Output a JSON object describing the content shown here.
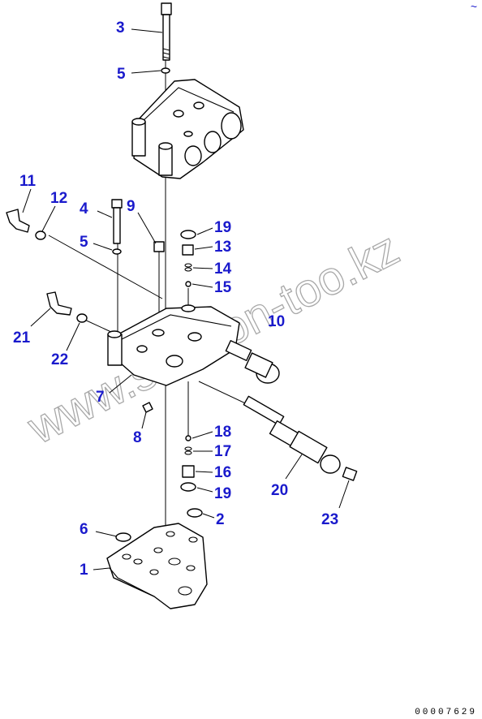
{
  "callouts": [
    {
      "id": "c3",
      "label": "3"
    },
    {
      "id": "c5a",
      "label": "5"
    },
    {
      "id": "c11",
      "label": "11"
    },
    {
      "id": "c12",
      "label": "12"
    },
    {
      "id": "c4",
      "label": "4"
    },
    {
      "id": "c9",
      "label": "9"
    },
    {
      "id": "c5b",
      "label": "5"
    },
    {
      "id": "c19a",
      "label": "19"
    },
    {
      "id": "c13",
      "label": "13"
    },
    {
      "id": "c14",
      "label": "14"
    },
    {
      "id": "c15",
      "label": "15"
    },
    {
      "id": "c10",
      "label": "10"
    },
    {
      "id": "c21",
      "label": "21"
    },
    {
      "id": "c22",
      "label": "22"
    },
    {
      "id": "c7",
      "label": "7"
    },
    {
      "id": "c8",
      "label": "8"
    },
    {
      "id": "c18",
      "label": "18"
    },
    {
      "id": "c17",
      "label": "17"
    },
    {
      "id": "c16",
      "label": "16"
    },
    {
      "id": "c19b",
      "label": "19"
    },
    {
      "id": "c20",
      "label": "20"
    },
    {
      "id": "c23",
      "label": "23"
    },
    {
      "id": "c2",
      "label": "2"
    },
    {
      "id": "c6",
      "label": "6"
    },
    {
      "id": "c1",
      "label": "1"
    }
  ],
  "watermark": "www.sinhron-too.kz",
  "reference_code": "00007629",
  "corner_mark": "~",
  "colors": {
    "callout": "#1a1acc",
    "line": "#000000",
    "watermark_outline": "#9a9a9a"
  }
}
